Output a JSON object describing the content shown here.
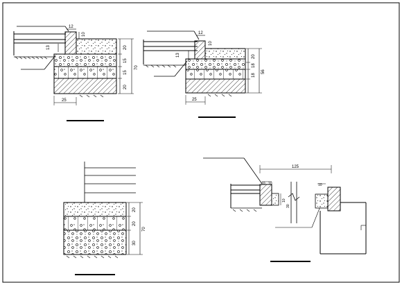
{
  "colors": {
    "background": "#ffffff",
    "line": "#000000",
    "hatch": "#444444"
  },
  "detail_1": {
    "dims": {
      "top_width": "12",
      "curb_height": "10",
      "step": "13",
      "layer_top": "20",
      "layer_mid_a": "15",
      "layer_mid_b": "15",
      "layer_bottom": "20",
      "total": "70",
      "base_width": "25"
    }
  },
  "detail_2": {
    "dims": {
      "top_width": "12",
      "curb_height": "10",
      "step": "13",
      "layer_top": "20",
      "layer_mid_a": "18",
      "layer_mid_b": "18",
      "total": "56",
      "base_width": "25"
    }
  },
  "detail_3": {
    "dims": {
      "layer_top": "20",
      "layer_mid": "20",
      "layer_bottom": "30",
      "total": "70"
    }
  },
  "detail_4": {
    "dims": {
      "span": "125",
      "left_a": "10",
      "left_b": "10",
      "right_a": "10",
      "vert_a": "10",
      "vert_b": "30"
    }
  }
}
